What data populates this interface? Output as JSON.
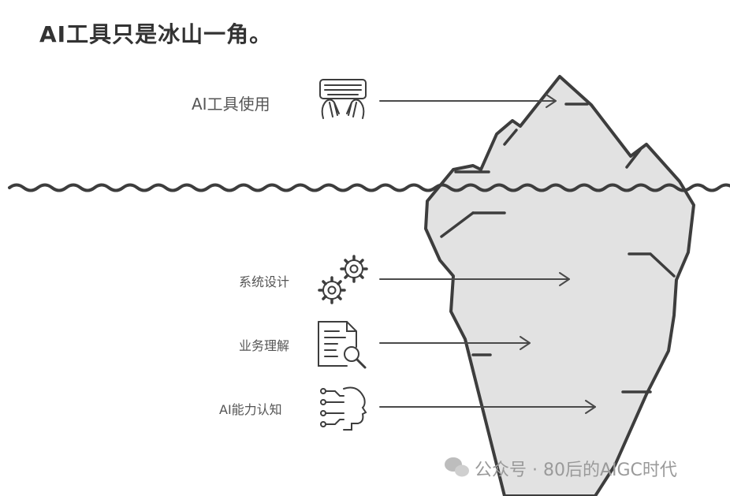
{
  "title": "AI工具只是冰山一角。",
  "layers": [
    {
      "label": "AI工具使用",
      "icon": "keyboard-hands-icon",
      "position": "above-water"
    },
    {
      "label": "系统设计",
      "icon": "gears-icon",
      "position": "below-water"
    },
    {
      "label": "业务理解",
      "icon": "document-search-icon",
      "position": "below-water"
    },
    {
      "label": "AI能力认知",
      "icon": "ai-head-icon",
      "position": "below-water"
    }
  ],
  "watermark": {
    "text": "公众号 · 80后的AIGC时代",
    "icon": "wechat-icon"
  }
}
